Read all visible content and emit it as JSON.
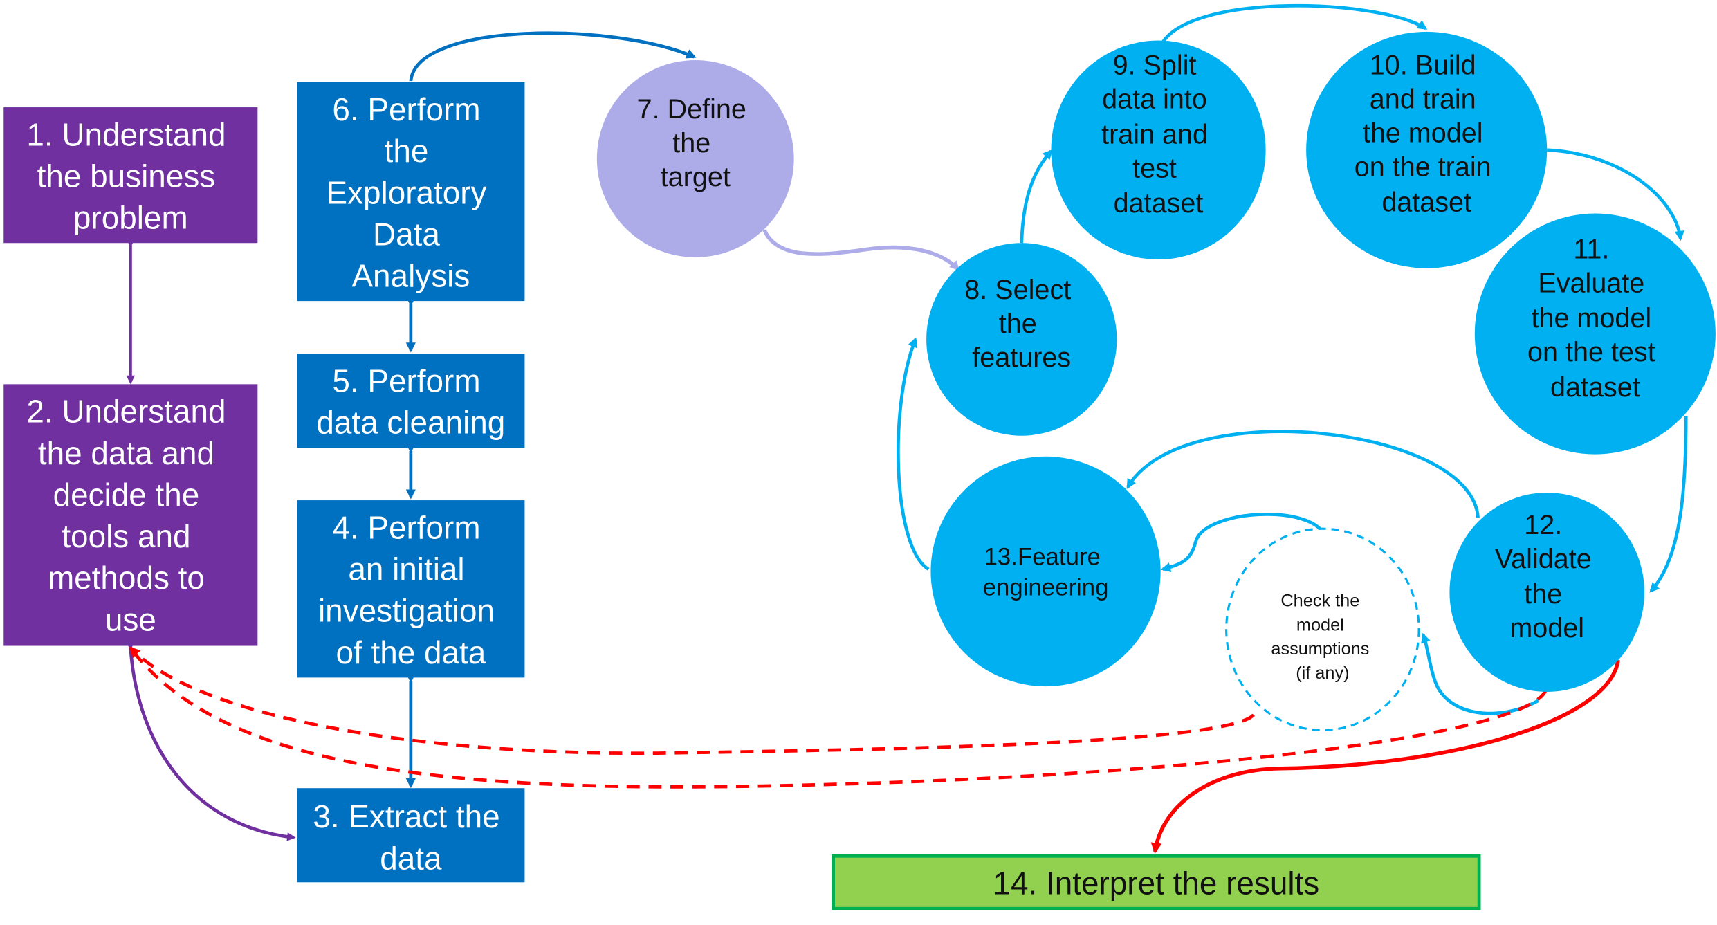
{
  "title": "Data science project workflow",
  "colors": {
    "purple": "#7030A0",
    "dark_blue": "#0070C0",
    "light_purple": "#ADACE9",
    "cyan": "#00B0F0",
    "red": "#FF0000",
    "green_fill": "#92D050",
    "green_border": "#00B050"
  },
  "nodes": {
    "n1": {
      "lines": [
        "1. Understand",
        "the business",
        "problem"
      ]
    },
    "n2": {
      "lines": [
        "2. Understand",
        "the data and",
        "decide the",
        "tools and",
        "methods to",
        "use"
      ]
    },
    "n3": {
      "lines": [
        "3. Extract the",
        "data"
      ]
    },
    "n4": {
      "lines": [
        "4. Perform",
        "an initial",
        "investigation",
        "of the data"
      ]
    },
    "n5": {
      "lines": [
        "5. Perform",
        "data cleaning"
      ]
    },
    "n6": {
      "lines": [
        "6. Perform",
        "the",
        "Exploratory",
        "Data",
        "Analysis"
      ]
    },
    "n7": {
      "lines": [
        "7. Define",
        "the",
        "target"
      ]
    },
    "n8": {
      "lines": [
        "8. Select",
        "the",
        "features"
      ]
    },
    "n9": {
      "lines": [
        "9. Split",
        "data into",
        "train and",
        "test",
        "dataset"
      ]
    },
    "n10": {
      "lines": [
        "10. Build",
        "and train",
        "the model",
        "on the train",
        "dataset"
      ]
    },
    "n11": {
      "lines": [
        "11.",
        "Evaluate",
        "the model",
        "on the test",
        "dataset"
      ]
    },
    "n12": {
      "lines": [
        "12.",
        "Validate",
        "the",
        "model"
      ]
    },
    "n13": {
      "lines": [
        "13.Feature",
        "engineering"
      ]
    },
    "check": {
      "lines": [
        "Check the",
        "model",
        "assumptions",
        "(if any)"
      ]
    },
    "n14": {
      "lines": [
        "14. Interpret the results"
      ]
    }
  }
}
